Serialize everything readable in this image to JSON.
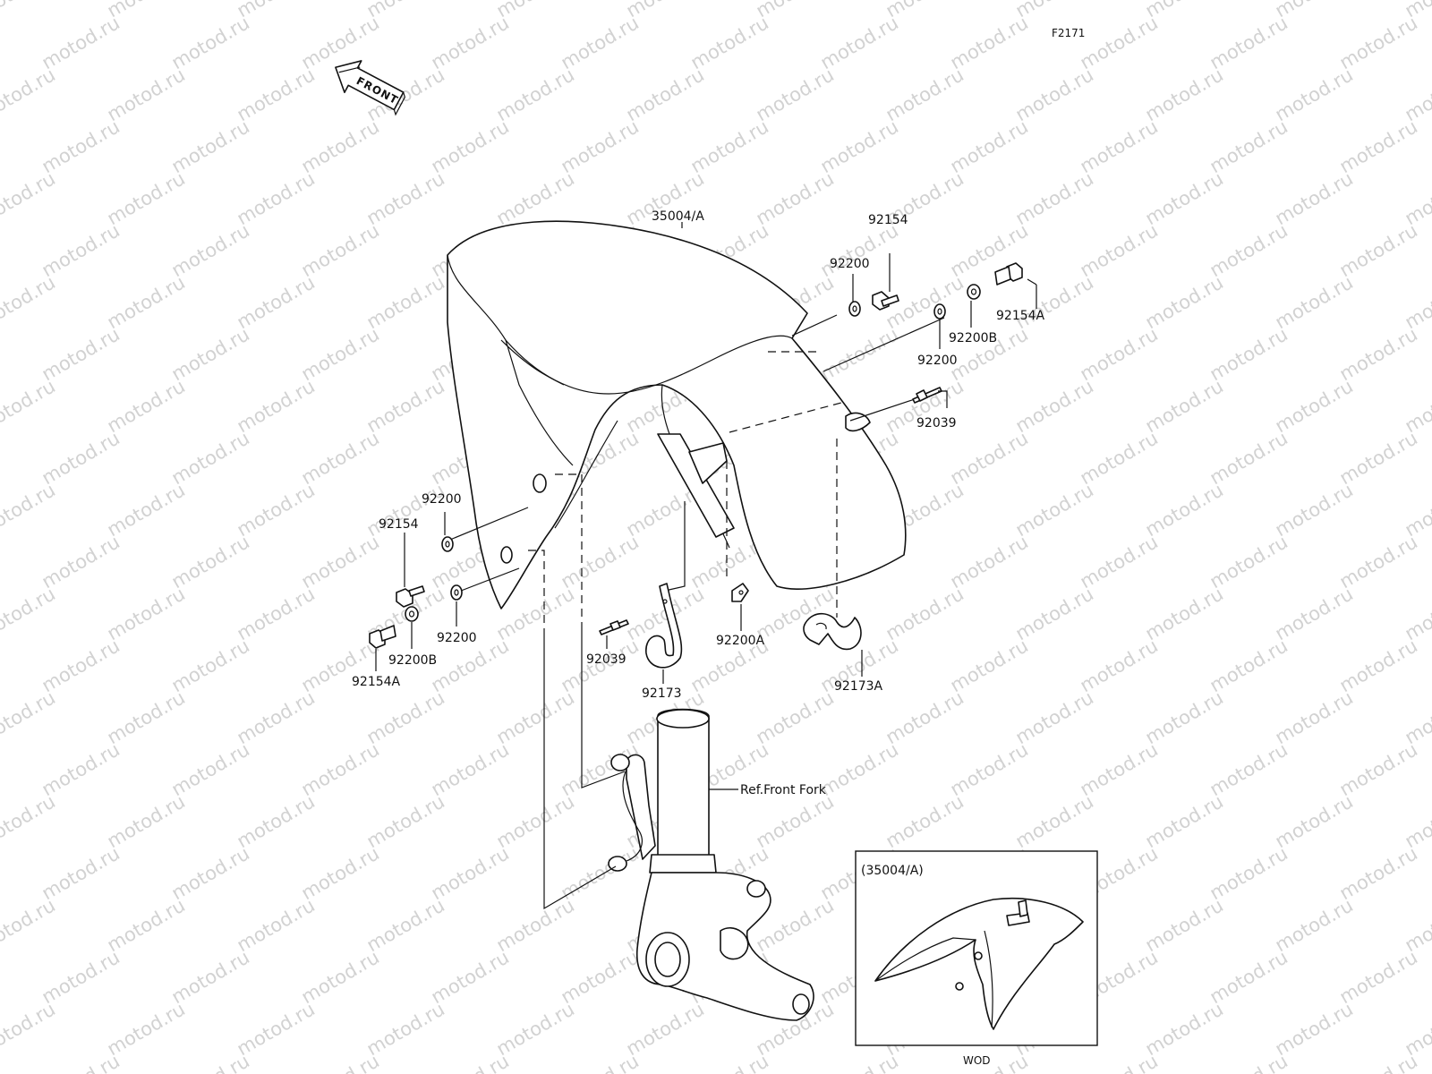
{
  "diagram": {
    "figure_code": "F2171",
    "front_arrow_label": "FRONT",
    "watermark_text": "motod.ru",
    "ref_label": "Ref.Front Fork",
    "inset": {
      "title": "(35004/A)",
      "caption": "WOD"
    },
    "parts": [
      {
        "id": "fender",
        "label": "35004/A"
      },
      {
        "id": "w-top-1",
        "label": "92200"
      },
      {
        "id": "b-top",
        "label": "92154"
      },
      {
        "id": "w-top-2",
        "label": "92200"
      },
      {
        "id": "wb-top",
        "label": "92200B"
      },
      {
        "id": "ba-top",
        "label": "92154A"
      },
      {
        "id": "clip-right",
        "label": "92039"
      },
      {
        "id": "w-left-1",
        "label": "92200"
      },
      {
        "id": "b-left",
        "label": "92154"
      },
      {
        "id": "w-left-2",
        "label": "92200"
      },
      {
        "id": "wb-left",
        "label": "92200B"
      },
      {
        "id": "ba-left",
        "label": "92154A"
      },
      {
        "id": "clip-left",
        "label": "92039"
      },
      {
        "id": "clamp",
        "label": "92173"
      },
      {
        "id": "wa",
        "label": "92200A"
      },
      {
        "id": "clamp-a",
        "label": "92173A"
      }
    ]
  }
}
